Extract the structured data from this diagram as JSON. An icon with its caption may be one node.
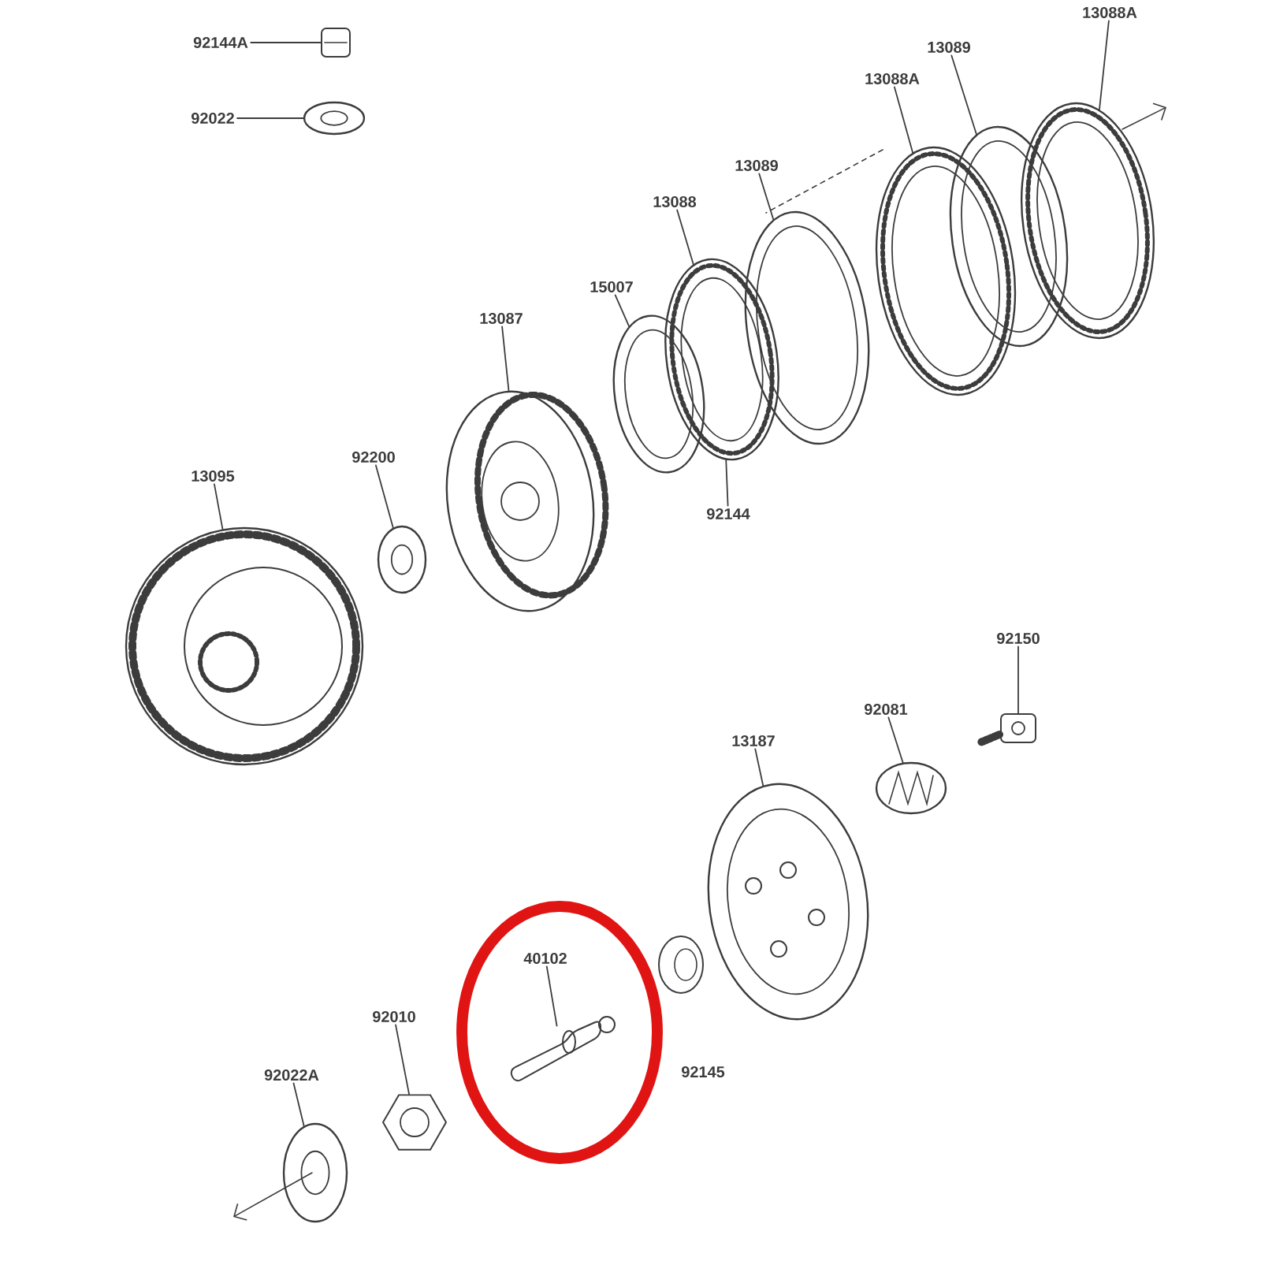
{
  "diagram": {
    "nodes": [
      {
        "text": [
          "92144A"
        ]
      },
      {
        "text": [],
        "shape": "picture"
      },
      {
        "text": [
          "92022"
        ]
      },
      {
        "text": [],
        "shape": "picture"
      },
      {
        "text": [
          "13088A"
        ]
      },
      {
        "text": [],
        "shape": "picture"
      },
      {
        "text": [
          "13089"
        ]
      },
      {
        "text": [],
        "shape": "picture"
      },
      {
        "text": [
          "13088A"
        ]
      },
      {
        "text": [],
        "shape": "picture"
      },
      {
        "text": [
          "13089"
        ]
      },
      {
        "text": [],
        "shape": "picture"
      },
      {
        "text": [
          "13088"
        ]
      },
      {
        "text": [],
        "shape": "picture"
      },
      {
        "text": [
          "15007"
        ]
      },
      {
        "text": [],
        "shape": "picture"
      },
      {
        "text": [
          "13087"
        ]
      },
      {
        "text": [],
        "shape": "picture"
      },
      {
        "text": [
          "92144"
        ]
      },
      {
        "text": [
          "13095"
        ]
      },
      {
        "text": [],
        "shape": "picture"
      },
      {
        "text": [
          "92200"
        ]
      },
      {
        "text": [],
        "shape": "picture"
      },
      {
        "text": [
          "92150"
        ]
      },
      {
        "text": [],
        "shape": "picture"
      },
      {
        "text": [
          "92081"
        ]
      },
      {
        "text": [],
        "shape": "picture"
      },
      {
        "text": [
          "13187"
        ]
      },
      {
        "text": [],
        "shape": "picture"
      },
      {
        "text": [
          "40102"
        ]
      },
      {
        "text": [],
        "shape": "picture"
      },
      {
        "text": [
          "92010"
        ]
      },
      {
        "text": [],
        "shape": "picture"
      },
      {
        "text": [
          "92022A"
        ]
      },
      {
        "text": [],
        "shape": "picture"
      }
    ],
    "edges": [
      {
        "from": 0,
        "to": 1,
        "arrow": "none"
      },
      {
        "from": 2,
        "to": 3,
        "arrow": "none"
      },
      {
        "from": 4,
        "to": 5,
        "arrow": "none"
      },
      {
        "from": 6,
        "to": 7,
        "arrow": "none"
      },
      {
        "from": 8,
        "to": 9,
        "arrow": "none"
      },
      {
        "from": 10,
        "to": 11,
        "arrow": "none"
      },
      {
        "from": 12,
        "to": 13,
        "arrow": "none"
      },
      {
        "from": 14,
        "to": 15,
        "arrow": "none"
      },
      {
        "from": 16,
        "to": 17,
        "arrow": "none"
      },
      {
        "from": 18,
        "to": 13,
        "arrow": "none"
      },
      {
        "from": 19,
        "to": 20,
        "arrow": "none"
      },
      {
        "from": 21,
        "to": 22,
        "arrow": "none"
      },
      {
        "from": 23,
        "to": 24,
        "arrow": "none"
      },
      {
        "from": 25,
        "to": 26,
        "arrow": "none"
      },
      {
        "from": 27,
        "to": 28,
        "arrow": "none"
      },
      {
        "from": 29,
        "to": 30,
        "arrow": "none"
      },
      {
        "from": 31,
        "to": 32,
        "arrow": "none"
      },
      {
        "from": 33,
        "to": 34,
        "arrow": "none"
      }
    ],
    "labels": [
      "92145"
    ]
  }
}
